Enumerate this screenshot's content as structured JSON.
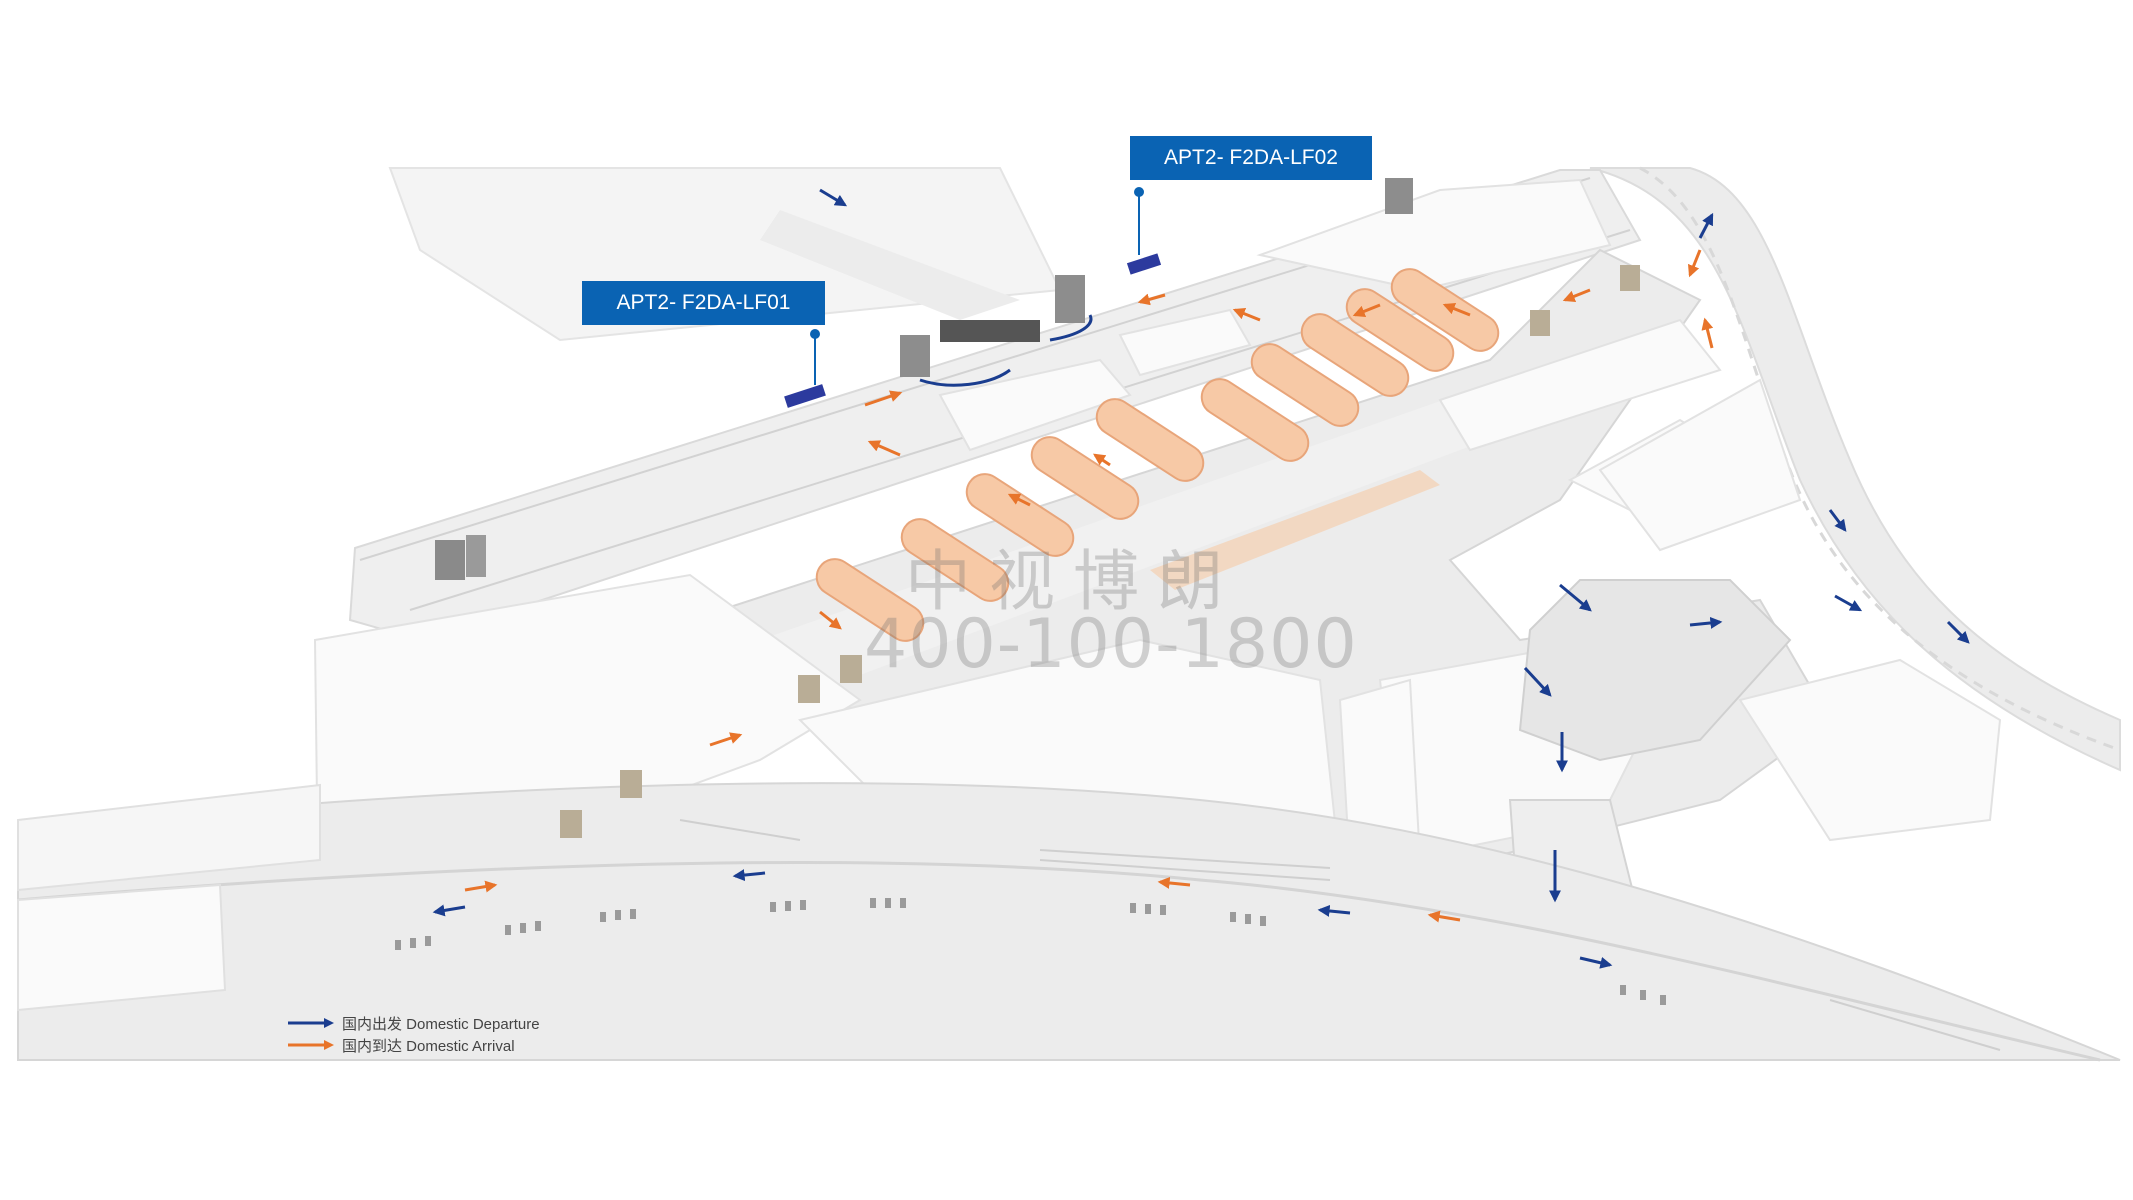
{
  "callouts": {
    "lf01": "APT2- F2DA-LF01",
    "lf02": "APT2- F2DA-LF02"
  },
  "watermark": {
    "chinese": "中视博朗",
    "phone": "400-100-1800"
  },
  "legend": {
    "departure": {
      "label": "国内出发 Domestic Departure",
      "color": "#1a3d8f"
    },
    "arrival": {
      "label": "国内到达 Domestic Arrival",
      "color": "#e8742a"
    }
  },
  "colors": {
    "ad_panel": "#2c3a9e",
    "carousel": "#f7c9a6",
    "floor": "#eeeeee",
    "callout_bg": "#0a63b3",
    "pin": "#0a63b3"
  },
  "icons": {
    "flow_arrow": "arrow-icon",
    "location_pin": "pin-icon",
    "ad_panel": "billboard-icon"
  }
}
